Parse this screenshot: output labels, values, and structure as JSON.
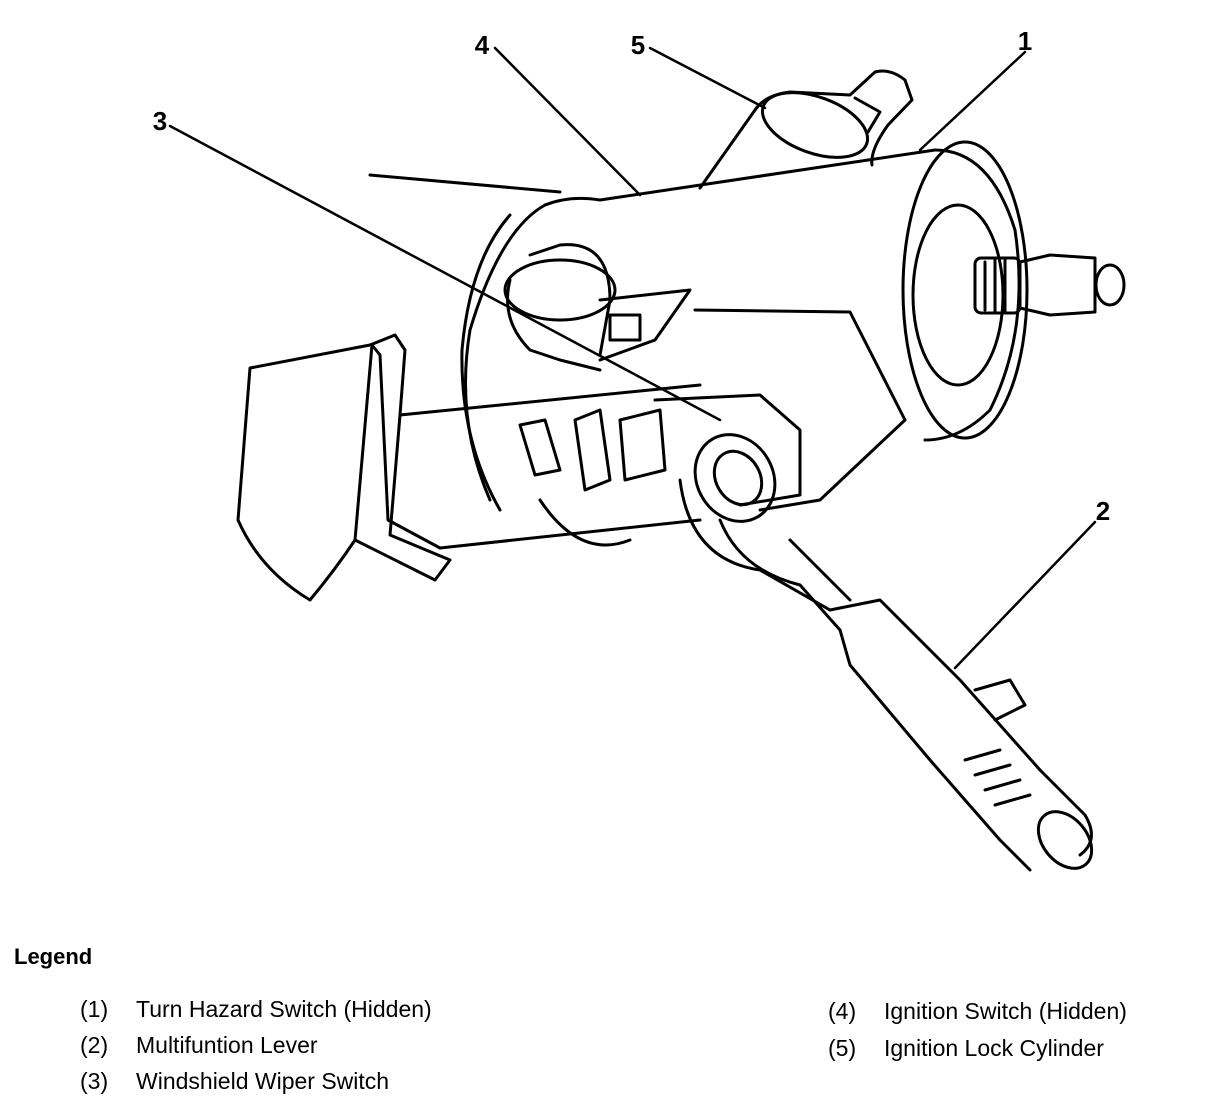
{
  "callouts": [
    "1",
    "2",
    "3",
    "4",
    "5"
  ],
  "legend": {
    "title": "Legend",
    "items": [
      {
        "num": "(1)",
        "text": "Turn Hazard Switch (Hidden)"
      },
      {
        "num": "(2)",
        "text": "Multifuntion Lever"
      },
      {
        "num": "(3)",
        "text": "Windshield Wiper Switch"
      },
      {
        "num": "(4)",
        "text": "Ignition Switch (Hidden)"
      },
      {
        "num": "(5)",
        "text": "Ignition Lock Cylinder"
      }
    ]
  }
}
